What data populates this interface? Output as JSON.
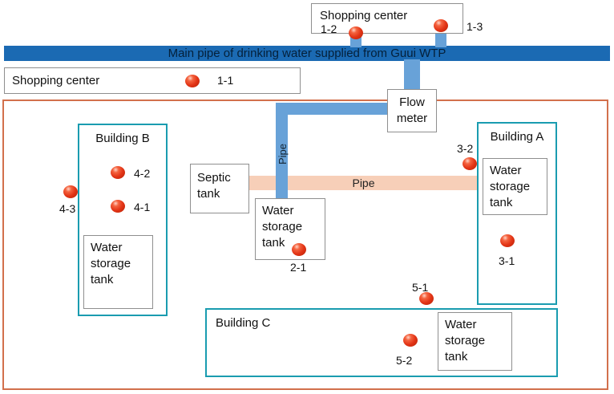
{
  "colors": {
    "main-pipe": "#1b6ab3",
    "light-pipe": "#68a2d8",
    "pink-pipe": "#f7cfb8",
    "outer-border": "#d2704c",
    "building-border": "#1a9cb0",
    "box-border": "#8f8f8f",
    "dot-red": "#e23315"
  },
  "main_pipe": {
    "label": "Main pipe of drinking water supplied from Guui WTP"
  },
  "shopping_center_top": {
    "title": "Shopping center"
  },
  "shopping_center_left": {
    "title": "Shopping center"
  },
  "flow_meter": {
    "label": "Flow meter"
  },
  "vertical_pipe": {
    "label": "Pipe"
  },
  "horizontal_pipe": {
    "label": "Pipe"
  },
  "septic_tank": {
    "label": "Septic tank"
  },
  "tank_main": {
    "label": "Water storage tank"
  },
  "building_a": {
    "title": "Building A",
    "tank_label": "Water storage tank"
  },
  "building_b": {
    "title": "Building B",
    "tank_label": "Water storage tank"
  },
  "building_c": {
    "title": "Building C",
    "tank_label": "Water storage tank"
  },
  "points": {
    "p11": "1-1",
    "p12": "1-2",
    "p13": "1-3",
    "p21": "2-1",
    "p31": "3-1",
    "p32": "3-2",
    "p41": "4-1",
    "p42": "4-2",
    "p43": "4-3",
    "p51": "5-1",
    "p52": "5-2"
  }
}
